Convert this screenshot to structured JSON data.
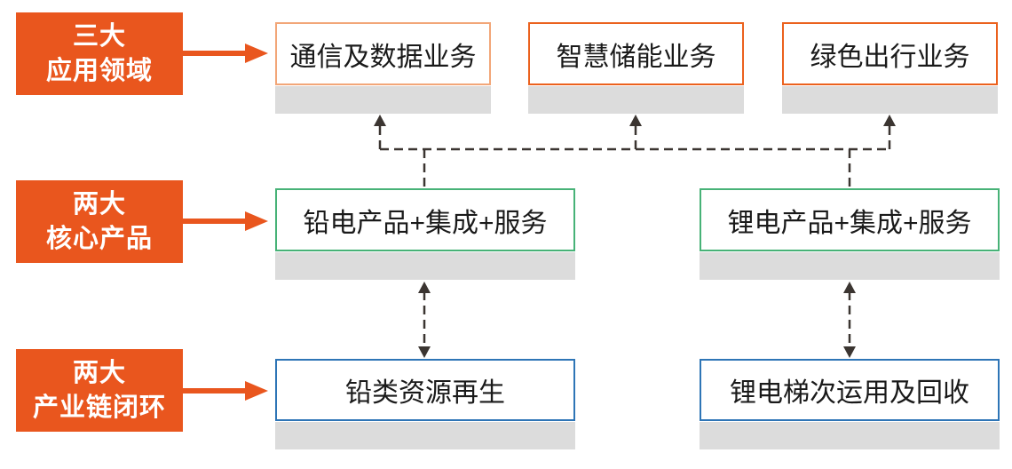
{
  "palette": {
    "orange": "#E9561E",
    "orange_border_light": "#F2A678",
    "orange_border": "#EB611D",
    "green_border": "#47B277",
    "blue_border": "#2E75B6",
    "shadow_gray": "#DCDCDC",
    "connector_dark": "#3B3531",
    "text_dark": "#1A1A1A"
  },
  "side_labels": [
    {
      "line1": "三大",
      "line2": "应用领域"
    },
    {
      "line1": "两大",
      "line2": "核心产品"
    },
    {
      "line1": "两大",
      "line2": "产业链闭环"
    }
  ],
  "top_row": {
    "boxes": [
      {
        "text": "通信及数据业务"
      },
      {
        "text": "智慧储能业务"
      },
      {
        "text": "绿色出行业务"
      }
    ]
  },
  "middle_row": {
    "boxes": [
      {
        "text": "铅电产品+集成+服务"
      },
      {
        "text": "锂电产品+集成+服务"
      }
    ]
  },
  "bottom_row": {
    "boxes": [
      {
        "text": "铅类资源再生"
      },
      {
        "text": "锂电梯次运用及回收"
      }
    ]
  }
}
